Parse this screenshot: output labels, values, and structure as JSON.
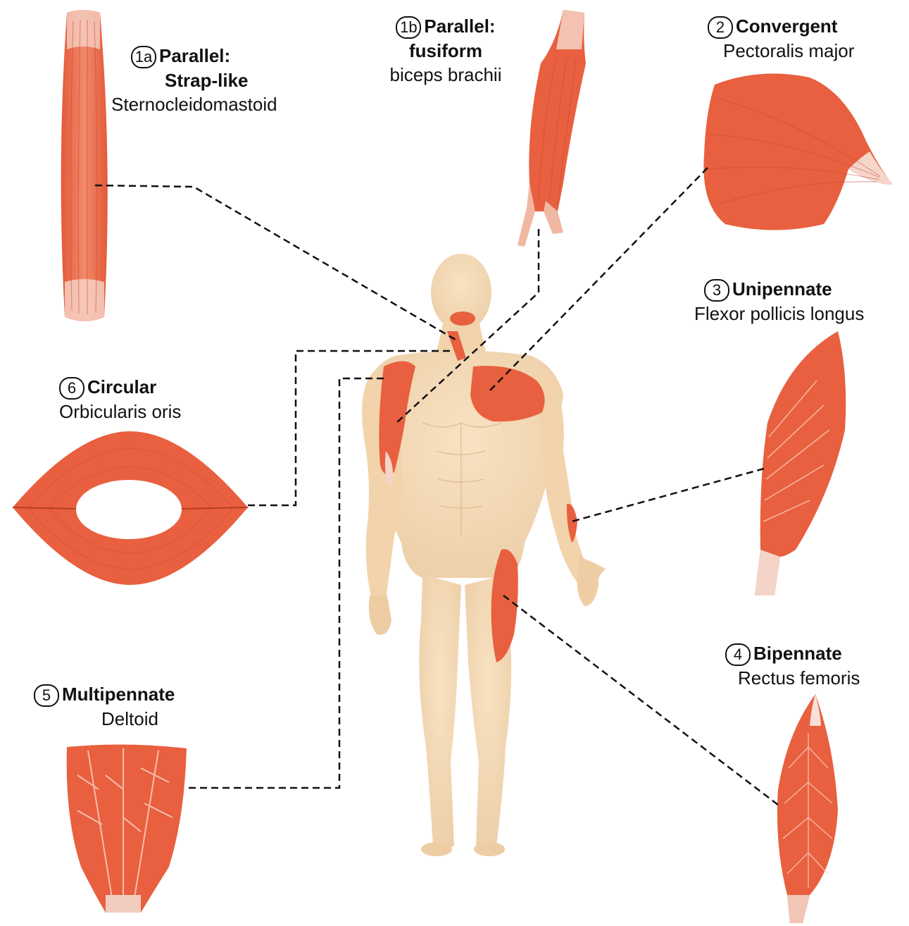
{
  "colors": {
    "muscle": "#e8603f",
    "muscle_light": "#f3a58a",
    "muscle_dark": "#c9452a",
    "tendon": "#f4e2dc",
    "skin": "#f6dcb8",
    "skin_shade": "#e9c79f",
    "leader": "#111111"
  },
  "labels": [
    {
      "id": "1a",
      "badge": "1a",
      "title": "Parallel:",
      "title2": "Strap-like",
      "example": "Sternocleidomastoid"
    },
    {
      "id": "1b",
      "badge": "1b",
      "title": "Parallel:",
      "title2": "fusiform",
      "example": "biceps brachii"
    },
    {
      "id": "2",
      "badge": "2",
      "title": "Convergent",
      "title2": "",
      "example": "Pectoralis major"
    },
    {
      "id": "3",
      "badge": "3",
      "title": "Unipennate",
      "title2": "",
      "example": "Flexor pollicis longus"
    },
    {
      "id": "4",
      "badge": "4",
      "title": "Bipennate",
      "title2": "",
      "example": "Rectus femoris"
    },
    {
      "id": "5",
      "badge": "5",
      "title": "Multipennate",
      "title2": "",
      "example": "Deltoid"
    },
    {
      "id": "6",
      "badge": "6",
      "title": "Circular",
      "title2": "",
      "example": "Orbicularis oris"
    }
  ]
}
